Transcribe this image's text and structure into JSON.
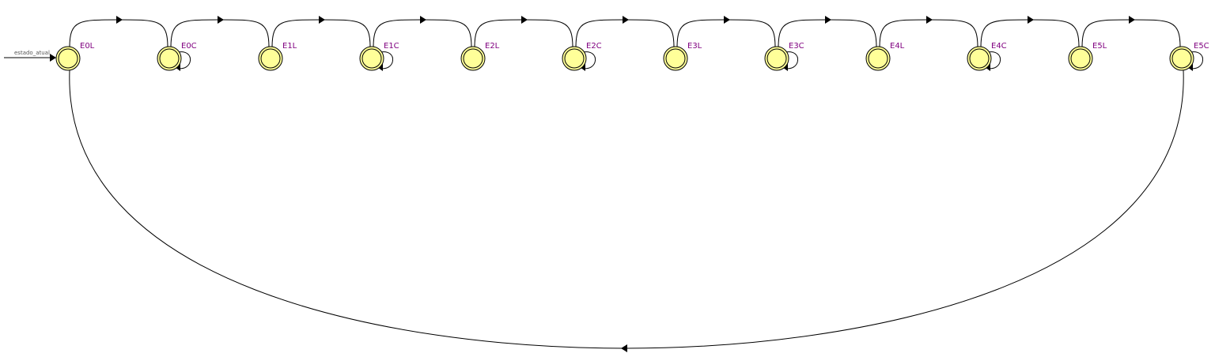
{
  "diagram": {
    "input_label": "estado_atual",
    "states": [
      "E0L",
      "E0C",
      "E1L",
      "E1C",
      "E2L",
      "E2C",
      "E3L",
      "E3C",
      "E4L",
      "E4C",
      "E5L",
      "E5C"
    ],
    "initial_state": "E0L",
    "transitions": [
      {
        "from": "E0L",
        "to": "E0C"
      },
      {
        "from": "E0C",
        "to": "E0C"
      },
      {
        "from": "E0C",
        "to": "E1L"
      },
      {
        "from": "E1L",
        "to": "E1C"
      },
      {
        "from": "E1C",
        "to": "E1C"
      },
      {
        "from": "E1C",
        "to": "E2L"
      },
      {
        "from": "E2L",
        "to": "E2C"
      },
      {
        "from": "E2C",
        "to": "E2C"
      },
      {
        "from": "E2C",
        "to": "E3L"
      },
      {
        "from": "E3L",
        "to": "E3C"
      },
      {
        "from": "E3C",
        "to": "E3C"
      },
      {
        "from": "E3C",
        "to": "E4L"
      },
      {
        "from": "E4L",
        "to": "E4C"
      },
      {
        "from": "E4C",
        "to": "E4C"
      },
      {
        "from": "E4C",
        "to": "E5L"
      },
      {
        "from": "E5L",
        "to": "E5C"
      },
      {
        "from": "E5C",
        "to": "E5C"
      },
      {
        "from": "E5C",
        "to": "E0L"
      }
    ],
    "colors": {
      "state_fill": "#ffff99",
      "state_stroke": "#000000",
      "label": "#800080",
      "edge": "#000000"
    }
  }
}
